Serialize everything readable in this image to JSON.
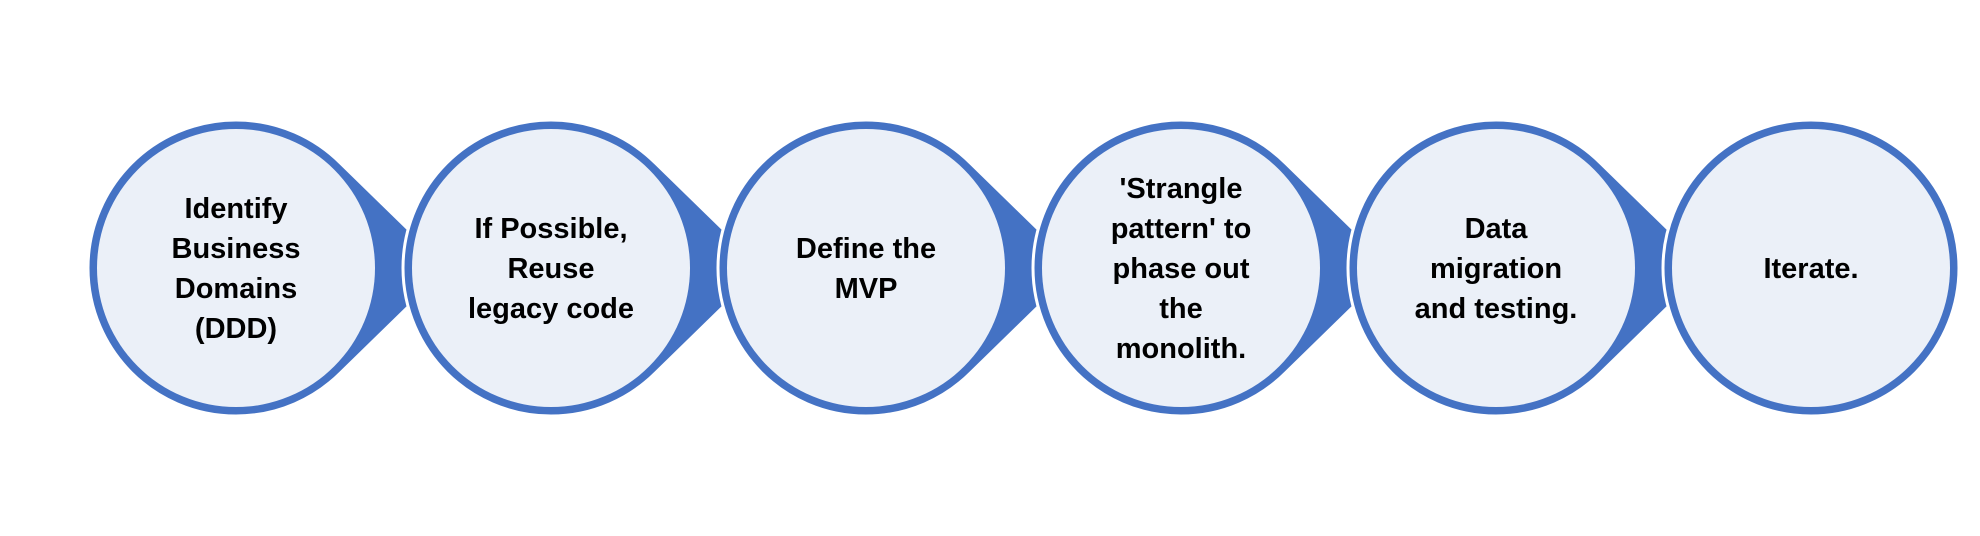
{
  "diagram": {
    "type": "process-flow",
    "colors": {
      "ring": "#4472C4",
      "fill": "#EBF0F8",
      "text": "#000000",
      "background": "#FFFFFF"
    },
    "steps": [
      {
        "lines": [
          "Identify",
          "Business",
          "Domains",
          "(DDD)"
        ]
      },
      {
        "lines": [
          "If Possible,",
          "Reuse",
          "legacy code"
        ]
      },
      {
        "lines": [
          "Define the",
          "MVP"
        ]
      },
      {
        "lines": [
          "'Strangle",
          "pattern' to",
          "phase out",
          "the",
          "monolith."
        ]
      },
      {
        "lines": [
          "Data",
          "migration",
          "and testing."
        ]
      },
      {
        "lines": [
          "Iterate."
        ]
      }
    ]
  }
}
